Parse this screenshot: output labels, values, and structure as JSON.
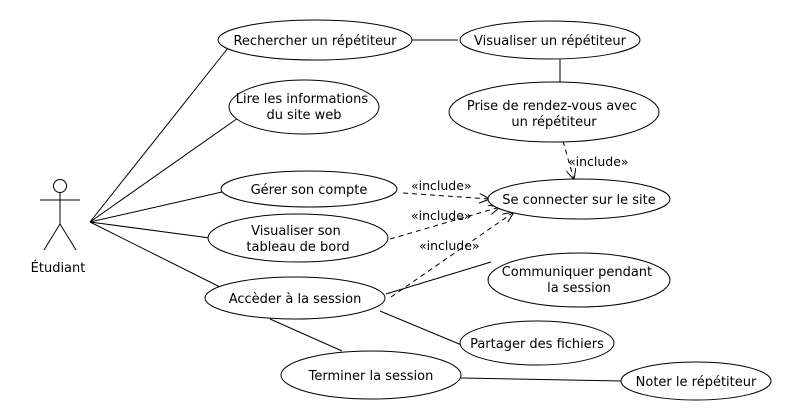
{
  "actor": {
    "label": "Étudiant"
  },
  "use_cases": {
    "rechercher": [
      "Rechercher un répétiteur"
    ],
    "visualiser_repetiteur": [
      "Visualiser un répétiteur"
    ],
    "lire_infos": [
      "Lire les informations",
      "du site web"
    ],
    "prise_rdv": [
      "Prise de rendez-vous avec",
      "un répétiteur"
    ],
    "gerer_compte": [
      "Gérer son compte"
    ],
    "se_connecter": [
      "Se connecter sur le site"
    ],
    "visualiser_tableau": [
      "Visualiser son",
      "tableau de bord"
    ],
    "acceder_session": [
      "Accèder à la session"
    ],
    "communiquer": [
      "Communiquer pendant",
      "la session"
    ],
    "partager": [
      "Partager des fichiers"
    ],
    "terminer": [
      "Terminer la session"
    ],
    "noter": [
      "Noter le répétiteur"
    ]
  },
  "relations": {
    "include_label": "«include»"
  }
}
